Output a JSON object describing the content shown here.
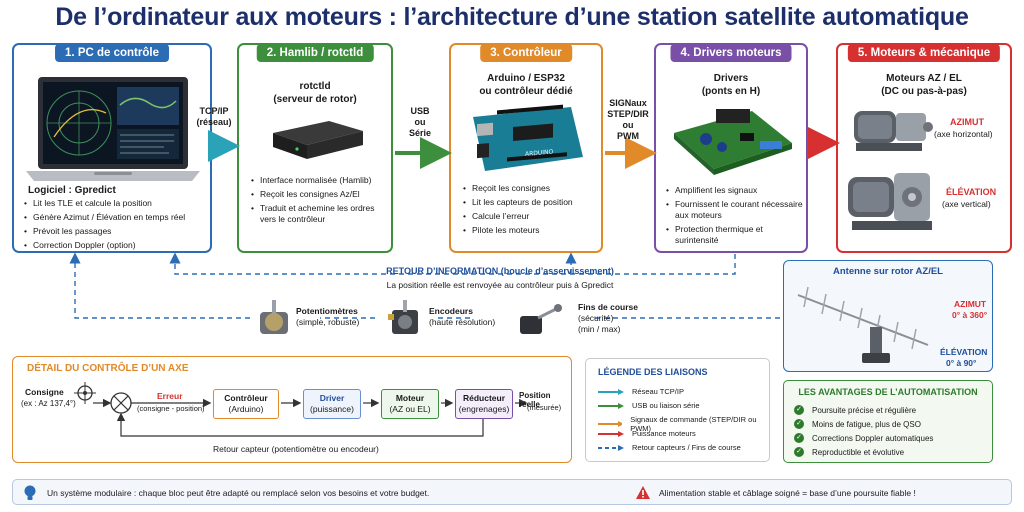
{
  "title": "De l’ordinateur aux moteurs : l’architecture d’une station satellite automatique",
  "blocks": {
    "pc": {
      "header": "1. PC de contrôle",
      "subtitle": "Logiciel : Gpredict",
      "items": [
        "Lit les TLE et calcule la position",
        "Génère Azimut / Élévation en temps réel",
        "Prévoit les passages",
        "Correction Doppler (option)"
      ]
    },
    "hamlib": {
      "header": "2. Hamlib / rotctld",
      "subtitle_line1": "rotctld",
      "subtitle_line2": "(serveur de rotor)",
      "items": [
        "Interface normalisée (Hamlib)",
        "Reçoit les consignes Az/El",
        "Traduit et achemine les ordres vers le contrôleur"
      ]
    },
    "controller": {
      "header": "3. Contrôleur",
      "subtitle_line1": "Arduino / ESP32",
      "subtitle_line2": "ou contrôleur dédié",
      "items": [
        "Reçoit les consignes",
        "Lit les capteurs de position",
        "Calcule l’erreur",
        "Pilote les moteurs"
      ]
    },
    "drivers": {
      "header": "4. Drivers moteurs",
      "subtitle_line1": "Drivers",
      "subtitle_line2": "(ponts en H)",
      "items": [
        "Amplifient les signaux",
        "Fournissent le courant nécessaire aux moteurs",
        "Protection thermique et surintensité"
      ]
    },
    "motors": {
      "header": "5. Moteurs & mécanique",
      "subtitle_line1": "Moteurs AZ / EL",
      "subtitle_line2": "(DC ou pas-à-pas)",
      "az_label": "AZIMUT",
      "az_desc": "(axe horizontal)",
      "el_label": "ÉLÉVATION",
      "el_desc": "(axe vertical)"
    }
  },
  "links": {
    "l1_a": "TCP/IP",
    "l1_b": "(réseau)",
    "l2_a": "USB",
    "l2_b": "ou",
    "l2_c": "Série",
    "l3_a": "SIGNaux",
    "l3_b": "STEP/DIR",
    "l3_c": "ou",
    "l3_d": "PWM"
  },
  "feedback": {
    "title": "RETOUR D’INFORMATION (boucle d’asservissement)",
    "text": "La position réelle est renvoyée au contrôleur puis à Gpredict"
  },
  "sensors": [
    {
      "name": "Potentiomètres",
      "desc": "(simple, robuste)"
    },
    {
      "name": "Encodeurs",
      "desc": "(haute résolution)"
    },
    {
      "name": "Fins de course",
      "desc": "(sécurité)",
      "desc2": "(min / max)"
    }
  ],
  "antenna": {
    "title": "Antenne sur rotor AZ/EL",
    "az_label": "AZIMUT",
    "az_range": "0° à 360°",
    "el_label": "ÉLÉVATION",
    "el_range": "0° à 90°"
  },
  "detail": {
    "title": "DÉTAIL DU CONTRÔLE D’UN AXE",
    "consigne": "Consigne",
    "consigne_ex": "(ex : Az 137,4°)",
    "erreur": "Erreur",
    "erreur_desc": "(consigne - position)",
    "blocks": [
      {
        "name": "Contrôleur",
        "desc": "(Arduino)"
      },
      {
        "name": "Driver",
        "desc": "(puissance)"
      },
      {
        "name": "Moteur",
        "desc": "(AZ ou EL)"
      },
      {
        "name": "Réducteur",
        "desc": "(engrenages)"
      }
    ],
    "output": "Position réelle",
    "output_desc": "(mesurée)",
    "feedback": "Retour capteur (potentiomètre ou encodeur)"
  },
  "legend": {
    "title": "LÉGENDE DES LIAISONS",
    "items": [
      {
        "label": "Réseau TCP/IP",
        "color": "#2aa3b8"
      },
      {
        "label": "USB ou liaison série",
        "color": "#3d8f3d"
      },
      {
        "label": "Signaux de commande (STEP/DIR ou PWM)",
        "color": "#e08a2a"
      },
      {
        "label": "Puissance moteurs",
        "color": "#d63030"
      },
      {
        "label": "Retour capteurs / Fins de course",
        "color": "#2b6cb5"
      }
    ]
  },
  "advantages": {
    "title": "LES AVANTAGES DE L’AUTOMATISATION",
    "items": [
      "Poursuite précise et régulière",
      "Moins de fatigue, plus de QSO",
      "Corrections Doppler automatiques",
      "Reproductible et évolutive"
    ]
  },
  "footer": {
    "left": "Un système modulaire : chaque bloc peut être adapté ou remplacé selon vos besoins et votre budget.",
    "right": "Alimentation stable et câblage soigné = base d’une poursuite fiable !"
  }
}
